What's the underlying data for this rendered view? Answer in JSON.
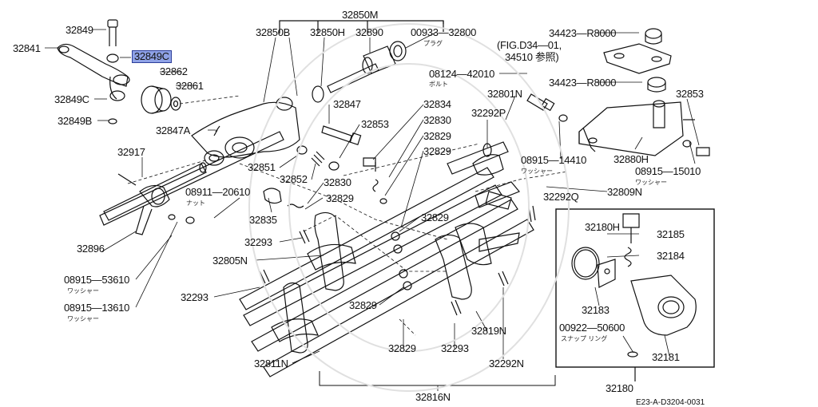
{
  "highlight_color": "#8fa2e6",
  "labels": {
    "p32849": "32849",
    "p32841": "32841",
    "p32849C_sel": "32849C",
    "p32862": "32862",
    "p32861": "32861",
    "p32849C": "32849C",
    "p32849B": "32849B",
    "p32847A": "32847A",
    "p32850M": "32850M",
    "p32850B": "32850B",
    "p32850H": "32850H",
    "p32890": "32890",
    "p00933_32800": "00933—32800",
    "p34423_a": "34423—R8000",
    "fig_ref_a": "(FIG.D34—01,",
    "fig_ref_b": "34510 参照)",
    "p08124": "08124—42010",
    "p34423_b": "34423—R8000",
    "p32853_r": "32853",
    "p32801N": "32801N",
    "p32847": "32847",
    "p32834": "32834",
    "p32830_a": "32830",
    "p32829_a": "32829",
    "p32829_b": "32829",
    "p32292P": "32292P",
    "p32853_m": "32853",
    "p32851": "32851",
    "p32852": "32852",
    "p32830_b": "32830",
    "p32829_c": "32829",
    "p08915_14410": "08915—14410",
    "p32880H": "32880H",
    "p08915_15010": "08915—15010",
    "p32917": "32917",
    "p08911_20610": "08911—20610",
    "p32835": "32835",
    "p32829_d": "32829",
    "p32809N": "32809N",
    "p32292Q": "32292Q",
    "p32896": "32896",
    "p32293_a": "32293",
    "p32805N": "32805N",
    "p32180H": "32180H",
    "p32185": "32185",
    "p32184": "32184",
    "p08915_53610": "08915—53610",
    "p32293_b": "32293",
    "p32829_e": "32829",
    "p32183": "32183",
    "p08915_13610": "08915—13610",
    "p32819N": "32819N",
    "p00922_50600": "00922—50600",
    "p32829_f": "32829",
    "p32293_c": "32293",
    "p32811N": "32811N",
    "p32292N": "32292N",
    "p32181": "32181",
    "p32180": "32180",
    "p32816N": "32816N"
  },
  "subs": {
    "plug": "プラグ",
    "bolt": "ボルト",
    "nut": "ナット",
    "washer_a": "ワッシャー",
    "washer_b": "ワッシャー",
    "washer_c": "ワッシャー",
    "washer_d": "ワッシャー",
    "snap_ring": "スナップ リング"
  },
  "diagram_code": "E23-A-D3204-0031"
}
